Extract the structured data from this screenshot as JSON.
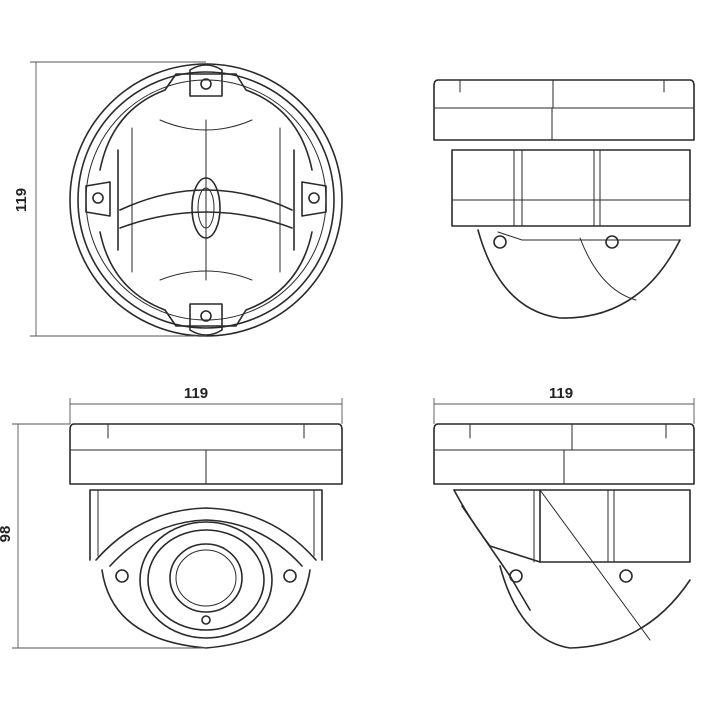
{
  "dimensions": {
    "top_view_diameter": "119",
    "front_view_width": "119",
    "side_view_width": "119",
    "front_view_height": "98"
  },
  "colors": {
    "line": "#2a2a2a",
    "background": "#ffffff"
  }
}
